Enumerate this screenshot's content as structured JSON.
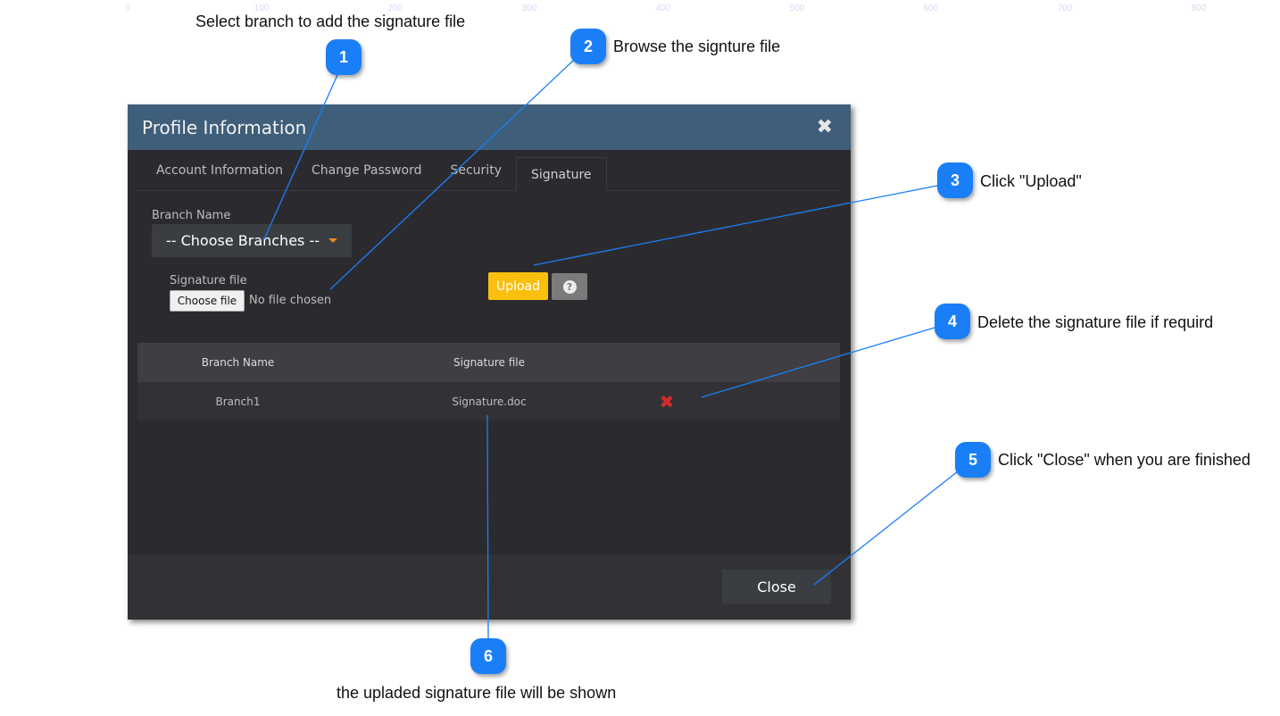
{
  "ruler_ticks": [
    "0",
    "100",
    "200",
    "300",
    "400",
    "500",
    "600",
    "700",
    "800"
  ],
  "callouts": [
    {
      "num": "1",
      "text": "Select branch to add the signature file"
    },
    {
      "num": "2",
      "text": "Browse the signture file"
    },
    {
      "num": "3",
      "text": "Click \"Upload\""
    },
    {
      "num": "4",
      "text": "Delete the signature file if requird"
    },
    {
      "num": "5",
      "text": "Click \"Close\" when you are finished"
    },
    {
      "num": "6",
      "text": "the upladed signature file will be shown"
    }
  ],
  "modal": {
    "title": "Profile Information",
    "close_icon": "✖",
    "tabs": [
      "Account Information",
      "Change Password",
      "Security",
      "Signature"
    ],
    "branch_label": "Branch Name",
    "branch_select": "-- Choose Branches --",
    "file_label": "Signature file",
    "choose_file": "Choose file",
    "no_file": "No file chosen",
    "upload": "Upload",
    "help": "?",
    "table": {
      "headers": [
        "Branch Name",
        "Signature file"
      ],
      "rows": [
        {
          "branch": "Branch1",
          "file": "Signature.doc",
          "delete": "✖"
        }
      ]
    },
    "close_button": "Close"
  },
  "colors": {
    "accent": "#1a7ff7",
    "header": "#3e5e7a",
    "upload": "#fbbf0e"
  }
}
